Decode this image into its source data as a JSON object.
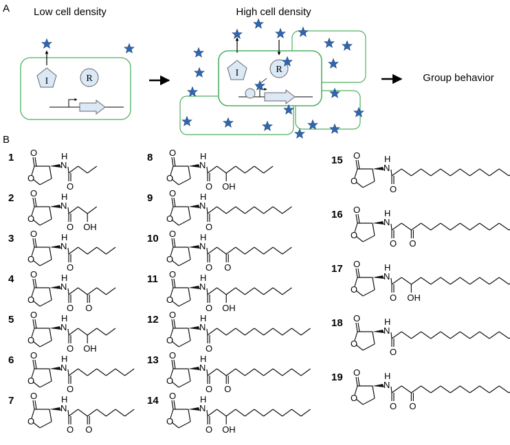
{
  "panel_a": {
    "letter": "A",
    "low_density_label": "Low cell density",
    "high_density_label": "High cell density",
    "outcome_label": "Group behavior",
    "protein_i": "I",
    "protein_r": "R",
    "colors": {
      "cell_border": "#4caf61",
      "star": "#2e67b1",
      "protein": "#dbe8f6",
      "arrow": "#000000"
    }
  },
  "panel_b": {
    "letter": "B",
    "atoms": {
      "nh": "H",
      "n": "N",
      "o": "O",
      "oh": "OH"
    },
    "compounds": [
      {
        "id": "1",
        "length": 4,
        "mod": "none"
      },
      {
        "id": "2",
        "length": 4,
        "mod": "OH"
      },
      {
        "id": "3",
        "length": 6,
        "mod": "none"
      },
      {
        "id": "4",
        "length": 6,
        "mod": "oxo"
      },
      {
        "id": "5",
        "length": 6,
        "mod": "OH"
      },
      {
        "id": "6",
        "length": 8,
        "mod": "none"
      },
      {
        "id": "7",
        "length": 8,
        "mod": "oxo"
      },
      {
        "id": "8",
        "length": 8,
        "mod": "OH"
      },
      {
        "id": "9",
        "length": 10,
        "mod": "none"
      },
      {
        "id": "10",
        "length": 10,
        "mod": "oxo"
      },
      {
        "id": "11",
        "length": 10,
        "mod": "OH"
      },
      {
        "id": "12",
        "length": 12,
        "mod": "none"
      },
      {
        "id": "13",
        "length": 12,
        "mod": "oxo"
      },
      {
        "id": "14",
        "length": 12,
        "mod": "OH"
      },
      {
        "id": "15",
        "length": 14,
        "mod": "none"
      },
      {
        "id": "16",
        "length": 14,
        "mod": "oxo"
      },
      {
        "id": "17",
        "length": 14,
        "mod": "OH"
      },
      {
        "id": "18",
        "length": 16,
        "mod": "none"
      },
      {
        "id": "19",
        "length": 16,
        "mod": "oxo"
      }
    ]
  }
}
